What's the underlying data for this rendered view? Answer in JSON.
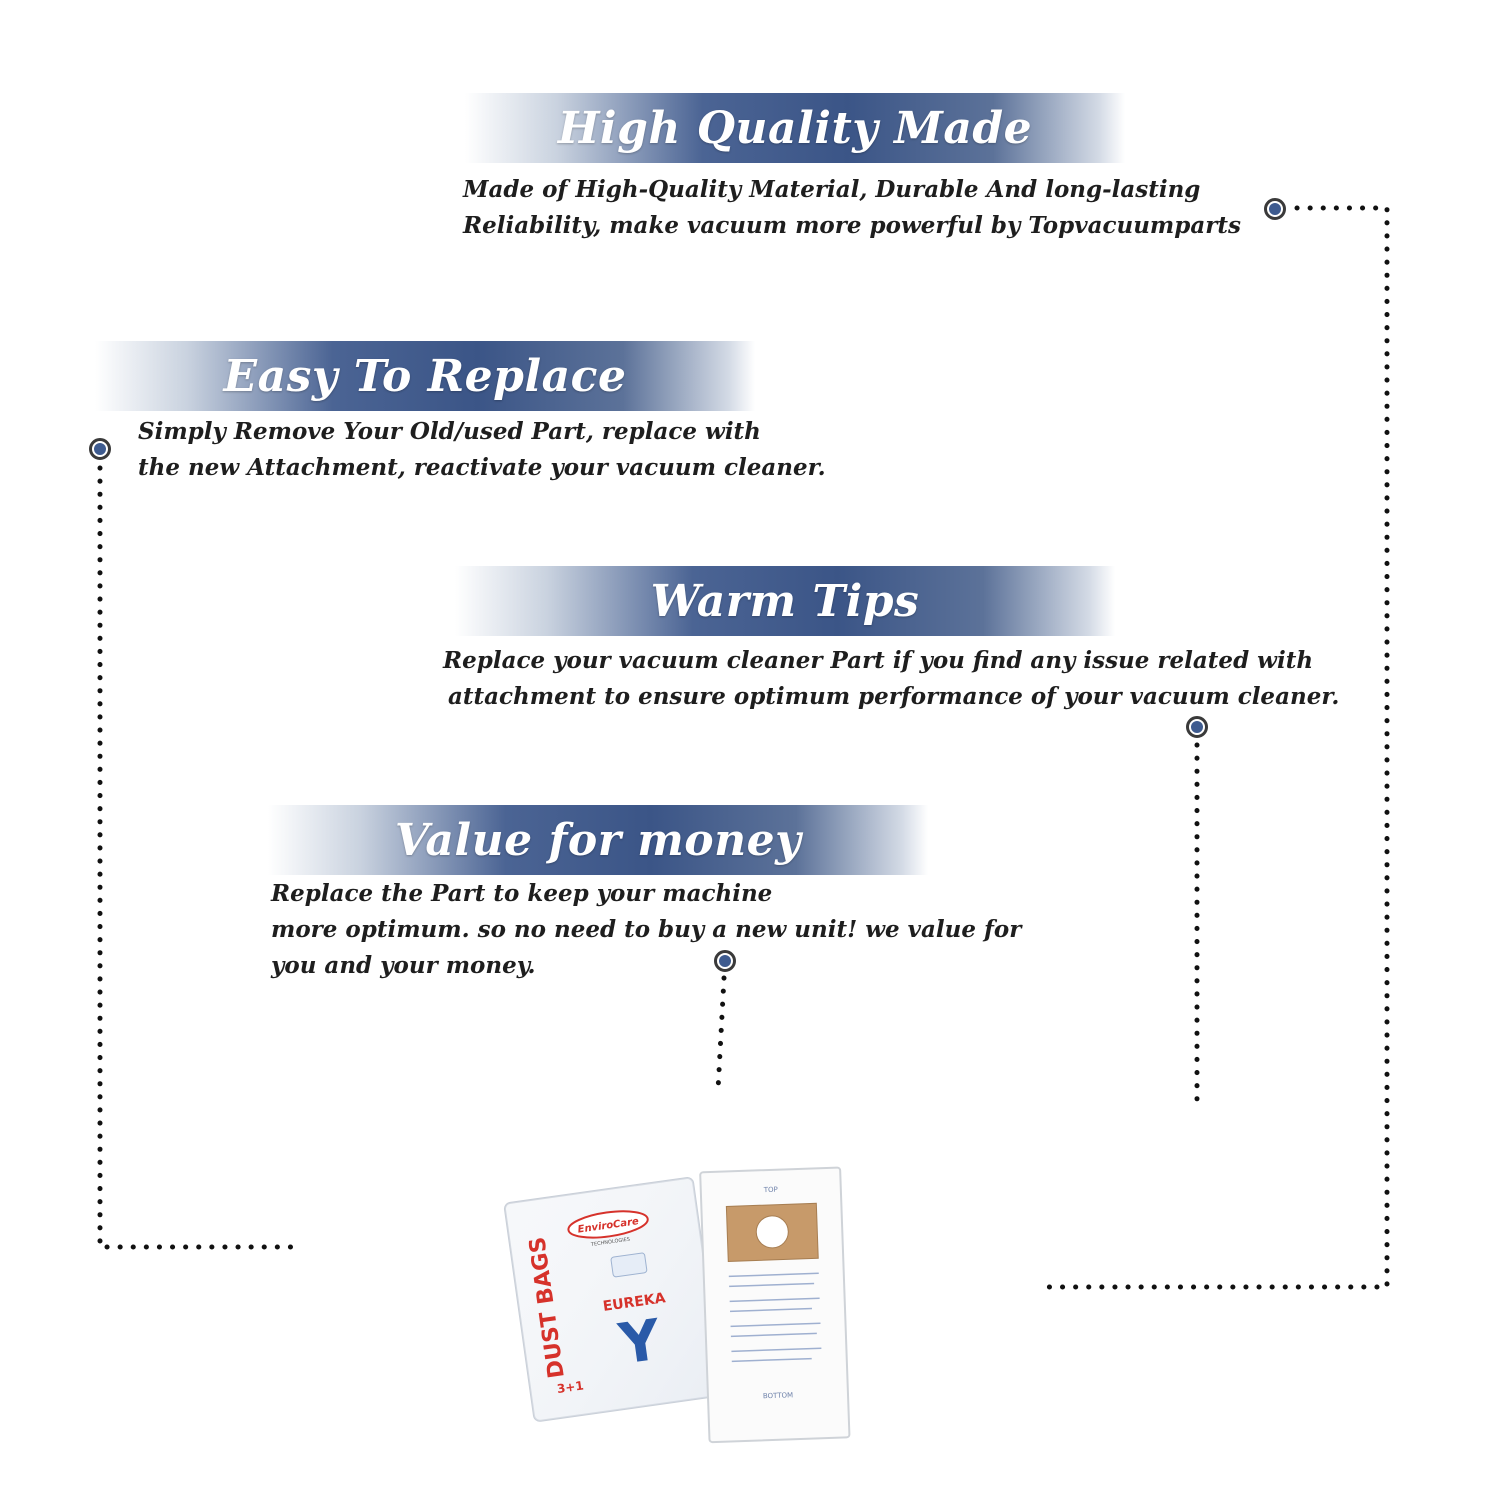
{
  "features": [
    {
      "title": "High Quality Made",
      "lines": [
        "Made of  High-Quality Material, Durable And long-lasting",
        "Reliability, make vacuum more powerful by Topvacuumparts"
      ]
    },
    {
      "title": "Easy To Replace",
      "lines": [
        "Simply Remove Your Old/used Part, replace with",
        "the new Attachment, reactivate your vacuum cleaner."
      ]
    },
    {
      "title": "Warm Tips",
      "lines": [
        "Replace your vacuum cleaner Part if you find any issue related with",
        "attachment to ensure optimum performance of your vacuum cleaner."
      ]
    },
    {
      "title": "Value for money",
      "lines": [
        "Replace the Part to keep your machine",
        "more optimum. so no need to buy a new unit! we value for",
        "you and your money."
      ]
    }
  ],
  "product": {
    "brand_top": "EnviroCare",
    "brand_bottom": "TECHNOLOGIES",
    "bag_label": "DUST BAGS",
    "make": "EUREKA",
    "model": "Y",
    "pack": "3+1",
    "bag_top": "TOP",
    "bag_bottom": "BOTTOM"
  },
  "colors": {
    "band_dark": "#3b5587",
    "marker_fill": "#3e5b8f",
    "text": "#1e1e1e",
    "brand_red": "#d6322b",
    "model_blue": "#2a5aa8"
  }
}
